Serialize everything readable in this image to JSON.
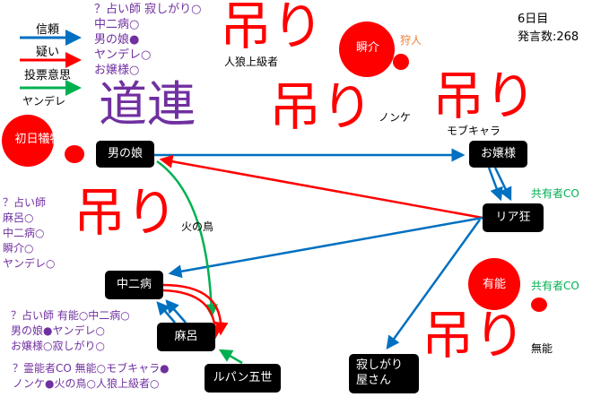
{
  "legend": {
    "trust": "信頼",
    "doubt": "疑い",
    "vote": "投票意思"
  },
  "colors": {
    "trust": "#0070c0",
    "doubt": "#ff0000",
    "vote": "#00b050",
    "purple": "#7030a0",
    "hunter": "#ed7d31"
  },
  "status": {
    "day": "6日目",
    "posts": "発言数:268"
  },
  "top_seer_list": [
    "？占い師 寂しがり○",
    "中二病○",
    "男の娘●",
    "ヤンデレ○",
    "お嬢様○"
  ],
  "left_seer_list": [
    "？占い師",
    "麻呂○",
    "中二病○",
    "瞬介○",
    "ヤンデレ○"
  ],
  "seer_block_2": [
    "？占い師 有能○中二病○",
    "男の娘●ヤンデレ○",
    "お嬢様○寂しがり○"
  ],
  "medium_block": [
    "？霊能者CO 無能○モブキャラ●",
    "ノンケ●火の鳥○人狼上級者○"
  ],
  "hang_label": "吊り",
  "michizure_label": "道連",
  "hunter_label": "狩人",
  "co_label": "共有者CO",
  "dead": {
    "jinro": "人狼上級者",
    "yandere": "ヤンデレ",
    "nonke": "ノンケ",
    "mob": "モブキャラ",
    "hinotori": "火の鳥",
    "munou": "無能"
  },
  "nodes": {
    "first_victim": "初日犠牲者",
    "otokonoko": "男の娘",
    "shunsuke": "瞬介",
    "ojousama": "お嬢様",
    "riakyou": "リア狂",
    "yuunou": "有能",
    "chuunibyou": "中二病",
    "maro": "麻呂",
    "lupin": "ルパン五世",
    "sabishigari": "寂しがり屋さん"
  }
}
